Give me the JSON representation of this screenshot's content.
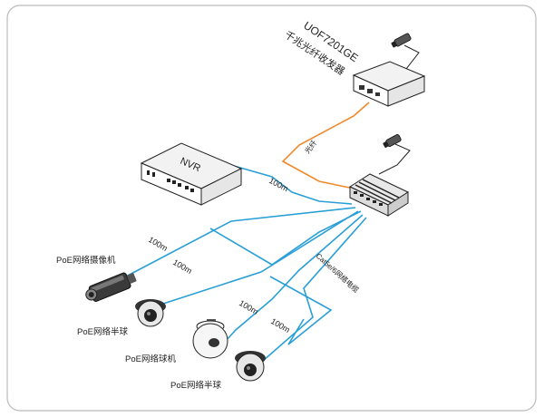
{
  "transceiver": {
    "model": "UOF7201GE",
    "name": "千兆光纤收发器"
  },
  "nvr": {
    "label": "NVR"
  },
  "links": {
    "fiber": "光纤",
    "nvr_cable": "100m",
    "cable_type": "Cat5e/6网络电缆",
    "bullet_cable": "100m",
    "dome_cable": "100m",
    "ptz_cable": "100m",
    "dome2_cable": "100m"
  },
  "devices": {
    "bullet": "PoE网络摄像机",
    "dome": "PoE网络半球",
    "ptz": "PoE网络球机",
    "dome2": "PoE网络半球"
  },
  "colors": {
    "cable": "#2a9fd6",
    "fiber": "#f08a2b",
    "frame": "#bbbbbb",
    "device": "#222222"
  },
  "icons": [
    "camera-icon",
    "switch-icon",
    "nvr-icon",
    "transceiver-icon",
    "bullet-camera-icon",
    "dome-camera-icon",
    "ptz-camera-icon"
  ]
}
